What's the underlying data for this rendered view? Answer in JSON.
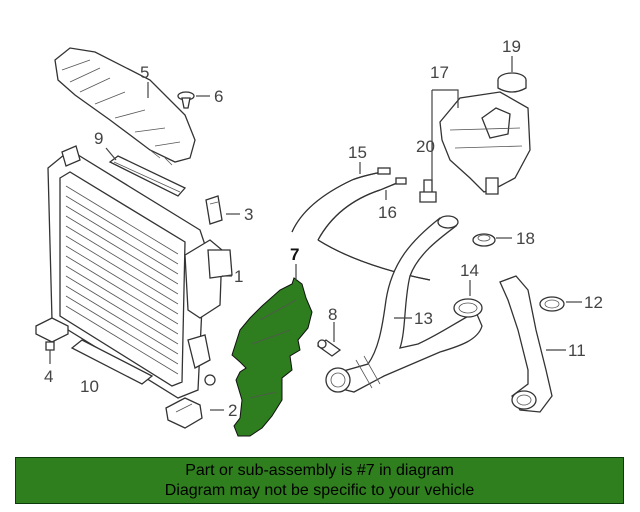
{
  "colors": {
    "highlight": "#2e7d1e",
    "banner_bg": "#2f7f1e",
    "outline": "#333333"
  },
  "callouts": [
    {
      "id": "1",
      "label": "1"
    },
    {
      "id": "2",
      "label": "2"
    },
    {
      "id": "3",
      "label": "3"
    },
    {
      "id": "4",
      "label": "4"
    },
    {
      "id": "5",
      "label": "5"
    },
    {
      "id": "6",
      "label": "6"
    },
    {
      "id": "7",
      "label": "7"
    },
    {
      "id": "8",
      "label": "8"
    },
    {
      "id": "9",
      "label": "9"
    },
    {
      "id": "10",
      "label": "10"
    },
    {
      "id": "11",
      "label": "11"
    },
    {
      "id": "12",
      "label": "12"
    },
    {
      "id": "13",
      "label": "13"
    },
    {
      "id": "14",
      "label": "14"
    },
    {
      "id": "15",
      "label": "15"
    },
    {
      "id": "16",
      "label": "16"
    },
    {
      "id": "17",
      "label": "17"
    },
    {
      "id": "18",
      "label": "18"
    },
    {
      "id": "19",
      "label": "19"
    },
    {
      "id": "20",
      "label": "20"
    }
  ],
  "highlighted_part": "7",
  "banner": {
    "line1": "Part or sub-assembly is #7 in diagram",
    "line2": "Diagram may not be specific to your vehicle"
  }
}
